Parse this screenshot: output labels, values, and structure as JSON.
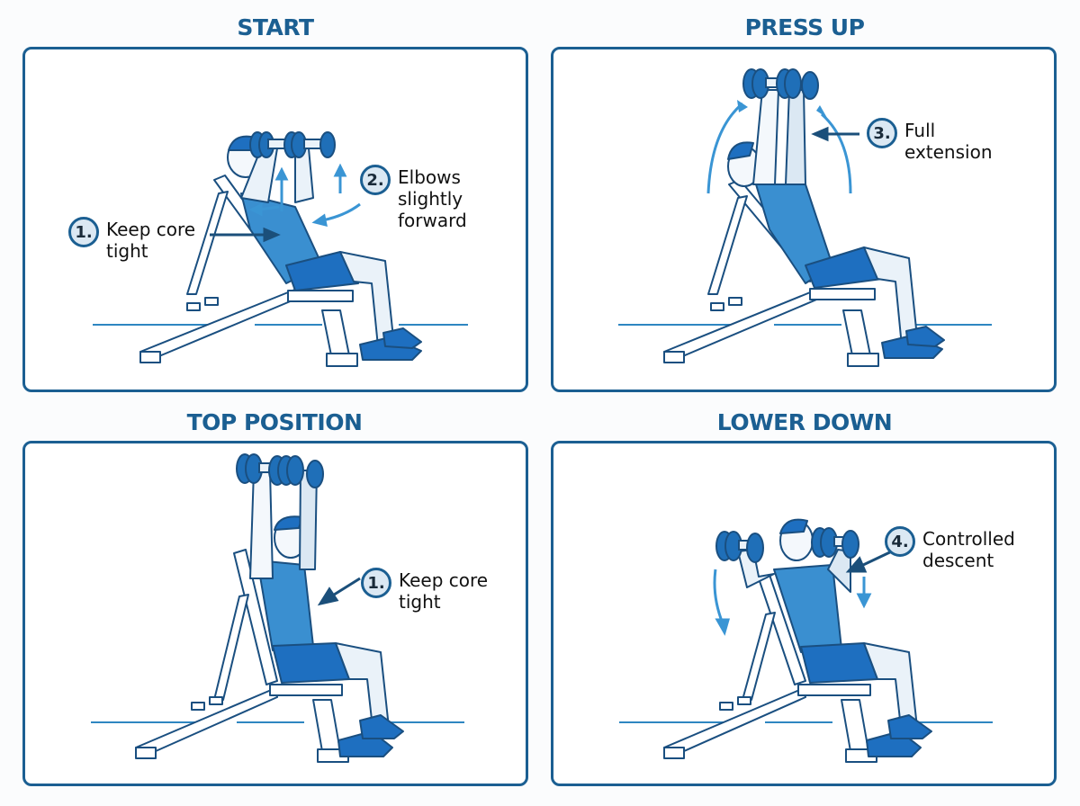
{
  "colors": {
    "title": "#1b5f92",
    "panel_border": "#1b5f92",
    "badge_fill": "#dbe8f3",
    "shirt": "#3a8fd0",
    "shorts": "#1e6fc0",
    "dumbbell": "#1f6fb8",
    "floor_line": "#2e86c1",
    "motion_arrow": "#3a95d4",
    "pointer_arrow": "#1b4f7a"
  },
  "panels": [
    {
      "title": "START",
      "callouts": [
        {
          "number": "1.",
          "text": "Keep core\ntight"
        },
        {
          "number": "2.",
          "text": "Elbows\nslightly\nforward"
        }
      ]
    },
    {
      "title": "PRESS UP",
      "callouts": [
        {
          "number": "3.",
          "text": "Full\nextension"
        }
      ]
    },
    {
      "title": "TOP POSITION",
      "callouts": [
        {
          "number": "1.",
          "text": "Keep core\ntight"
        }
      ]
    },
    {
      "title": "LOWER DOWN",
      "callouts": [
        {
          "number": "4.",
          "text": "Controlled\ndescent"
        }
      ]
    }
  ]
}
